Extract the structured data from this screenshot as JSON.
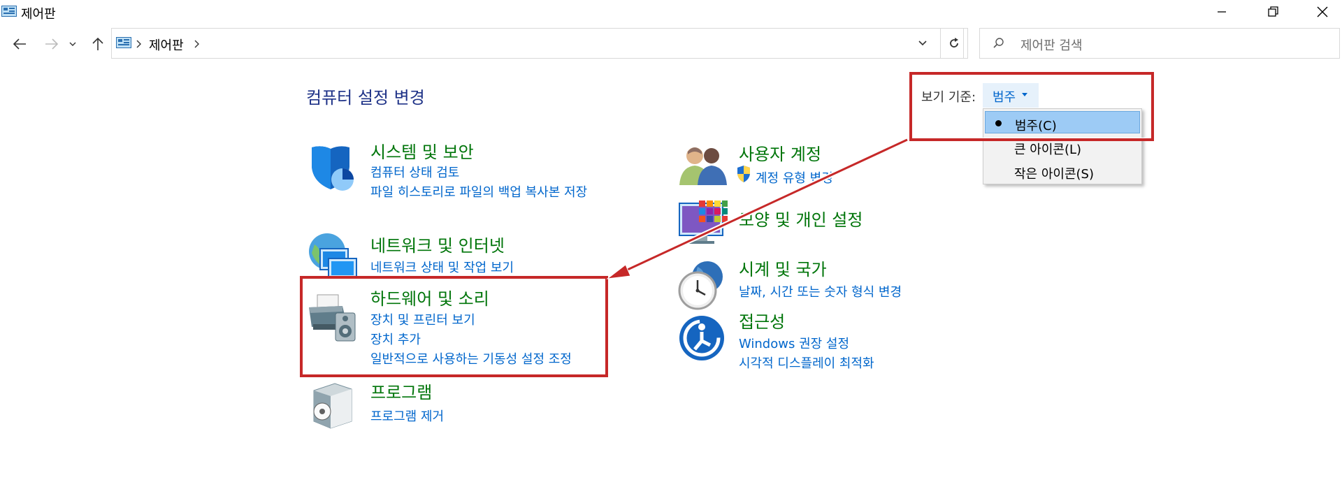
{
  "window": {
    "title": "제어판",
    "controls": [
      "minimize",
      "maximize",
      "close"
    ]
  },
  "address_bar": {
    "path": [
      "제어판"
    ],
    "search_placeholder": "제어판 검색"
  },
  "main": {
    "title": "컴퓨터 설정 변경",
    "view_by": {
      "label": "보기 기준:",
      "value": "범주",
      "options": [
        {
          "label": "범주(C)",
          "selected": true
        },
        {
          "label": "큰 아이콘(L)",
          "selected": false
        },
        {
          "label": "작은 아이콘(S)",
          "selected": false
        }
      ]
    },
    "categories": [
      {
        "title": "시스템 및 보안",
        "links": [
          "컴퓨터 상태 검토",
          "파일 히스토리로 파일의 백업 복사본 저장"
        ]
      },
      {
        "title": "네트워크 및 인터넷",
        "links": [
          "네트워크 상태 및 작업 보기"
        ]
      },
      {
        "title": "하드웨어 및 소리",
        "links": [
          "장치 및 프린터 보기",
          "장치 추가",
          "일반적으로 사용하는 기동성 설정 조정"
        ]
      },
      {
        "title": "프로그램",
        "links": [
          "프로그램 제거"
        ]
      },
      {
        "title": "사용자 계정",
        "links": [
          "계정 유형 변경"
        ]
      },
      {
        "title": "모양 및 개인 설정",
        "links": []
      },
      {
        "title": "시계 및 국가",
        "links": [
          "날짜, 시간 또는 숫자 형식 변경"
        ]
      },
      {
        "title": "접근성",
        "links": [
          "Windows 권장 설정",
          "시각적 디스플레이 최적화"
        ]
      }
    ]
  },
  "annotation": {
    "color": "#c62828"
  }
}
